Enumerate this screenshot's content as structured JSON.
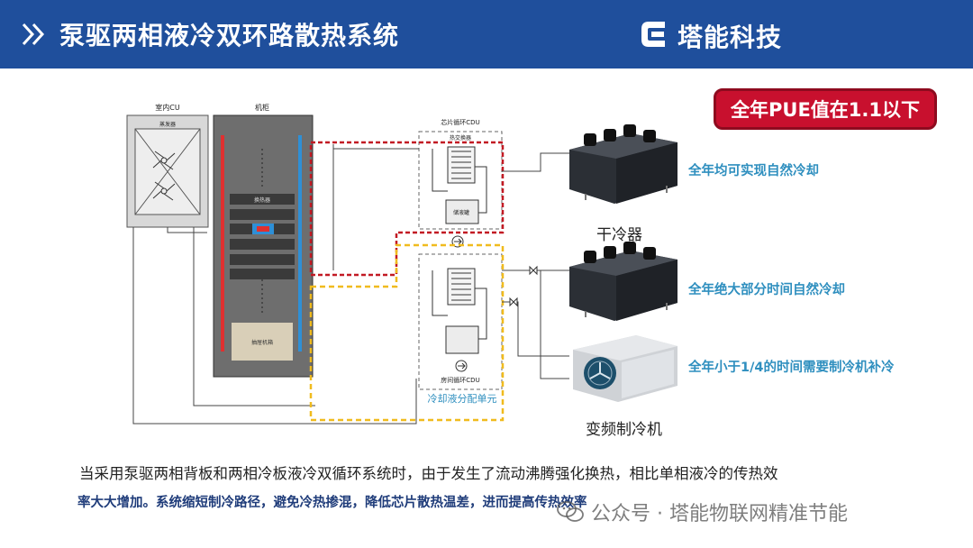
{
  "header": {
    "title": "泵驱两相液冷双环路散热系统",
    "brand": "塔能科技",
    "bg_color": "#1f4f9c"
  },
  "badge": {
    "text": "全年PUE值在1.1以下",
    "color": "#c8102e"
  },
  "diagram": {
    "indoor_cu": "室内CU",
    "evaporator": "蒸发器",
    "cabinet": "机柜",
    "heat_exchanger_label": "换热器",
    "fan_unit": "抽屉机箱",
    "chip_cdu": "芯片循环CDU",
    "heat_exchanger": "热交换器",
    "tank": "储液罐",
    "room_cdu": "房间循环CDU",
    "coolant_unit": "冷却液分配单元"
  },
  "equipment": {
    "dry_cooler": "干冷器",
    "chiller": "变频制冷机"
  },
  "notes": [
    "全年均可实现自然冷却",
    "全年绝大部分时间自然冷却",
    "全年小于1/4的时间需要制冷机补冷"
  ],
  "body": {
    "line1": "当采用泵驱两相背板和两相冷板液冷双循环系统时，由于发生了流动沸腾强化换热，相比单相液冷的传热效",
    "line2": "率大大增加。系统缩短制冷路径，避免冷热掺混，降低芯片散热温差，进而提高传热效率"
  },
  "watermark": "公众号 · 塔能物联网精准节能"
}
